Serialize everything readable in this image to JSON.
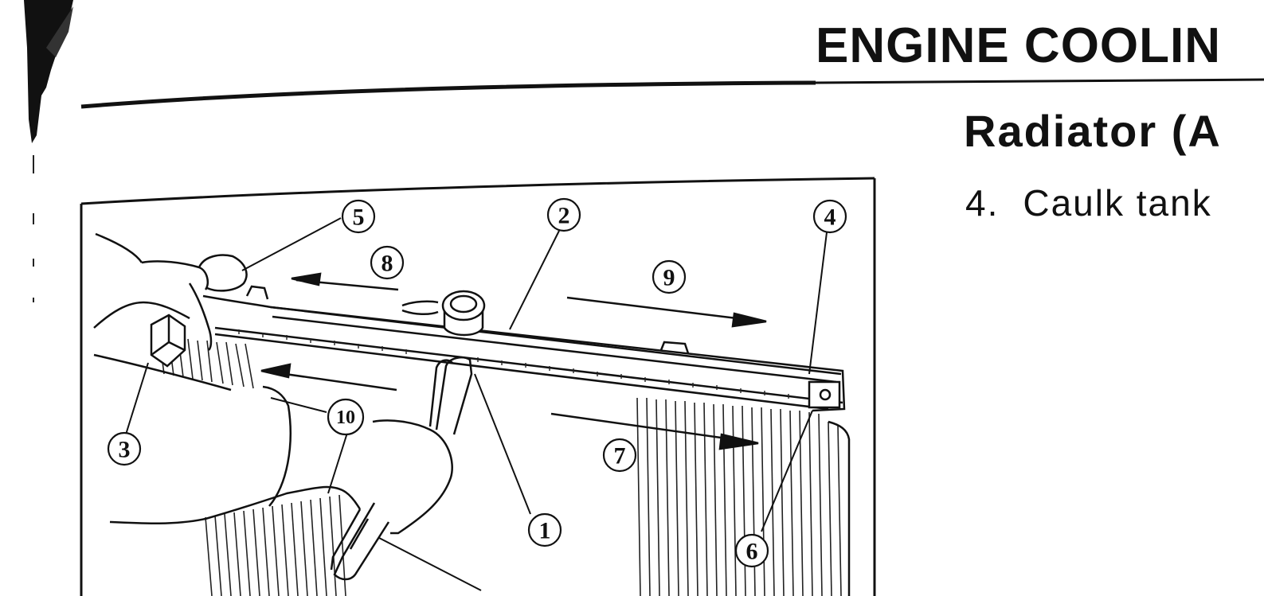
{
  "header": {
    "title": "ENGINE COOLIN"
  },
  "section": {
    "title": "Radiator (A"
  },
  "step": {
    "number": "4.",
    "text": "Caulk tank"
  },
  "figure": {
    "callouts": [
      "5",
      "2",
      "4",
      "8",
      "9",
      "3",
      "10",
      "7",
      "1",
      "6"
    ]
  }
}
